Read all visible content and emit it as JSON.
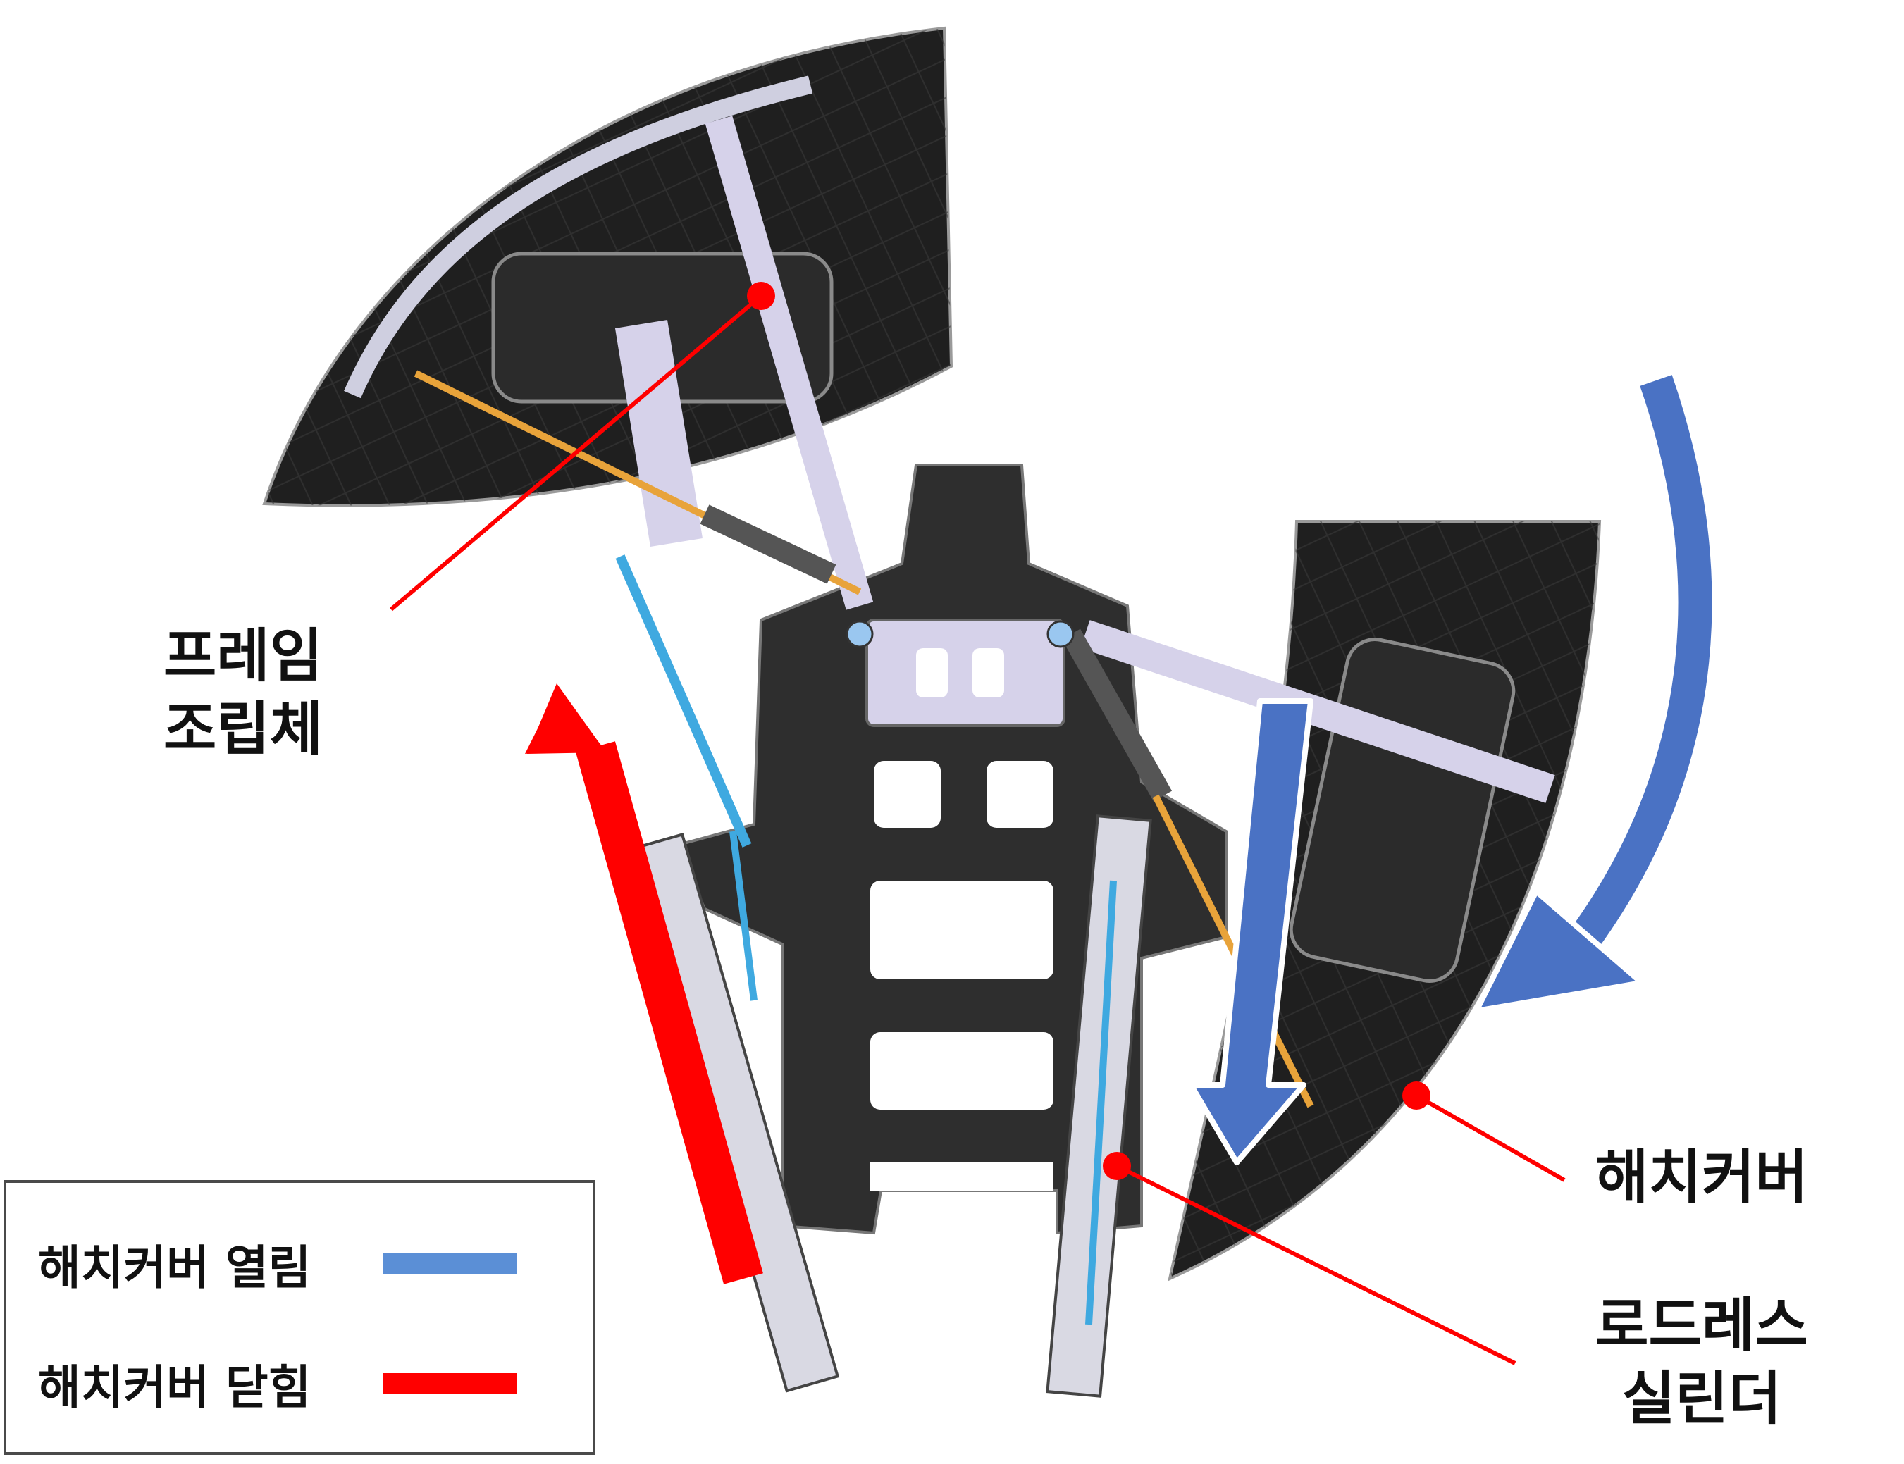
{
  "labels": {
    "frame_line1": "프레임",
    "frame_line2": "조립체",
    "hatch_cover": "해치커버",
    "cylinder_line1": "로드레스",
    "cylinder_line2": "실린더"
  },
  "legend": {
    "open_label": "해치커버 열림",
    "close_label": "해치커버 닫힘"
  },
  "colors": {
    "open": "#4A72C4",
    "close": "#FF0000",
    "legend_open": "#5B8FD6",
    "callout": "#FF0000",
    "cover_dark": "#1F1F1F",
    "frame_plate": "#2E2E2E",
    "link_lavender": "#D6D2EA",
    "rod_orange": "#E8A33A",
    "cylinder_blue": "#3FA9E0"
  }
}
